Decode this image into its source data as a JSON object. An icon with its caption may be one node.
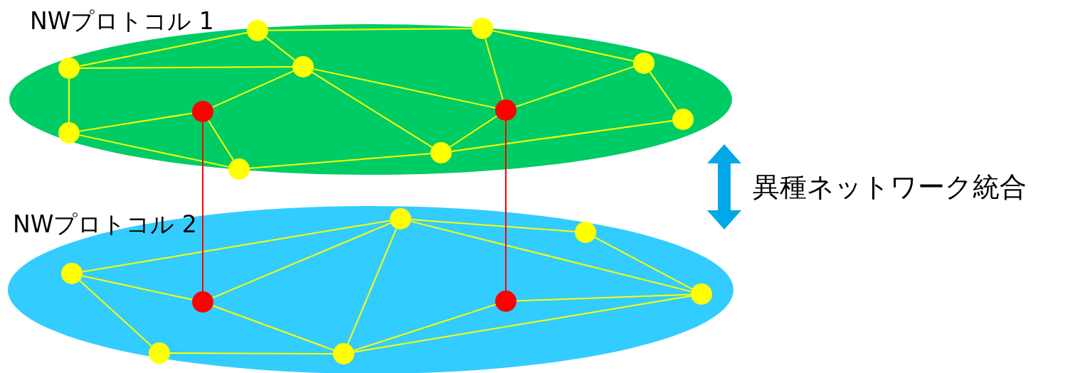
{
  "diagram": {
    "nodes": [
      {
        "text": [
          "NWプロトコル 1"
        ]
      },
      {
        "text": [],
        "shape": "circle",
        "in": 0
      },
      {
        "text": [],
        "shape": "circle",
        "in": 0
      },
      {
        "text": [],
        "shape": "circle",
        "in": 0
      },
      {
        "text": [],
        "shape": "circle",
        "in": 0
      },
      {
        "text": [],
        "shape": "circle",
        "in": 0
      },
      {
        "text": [],
        "shape": "circle",
        "in": 0
      },
      {
        "text": [],
        "shape": "circle",
        "in": 0
      },
      {
        "text": [],
        "shape": "circle",
        "in": 0
      },
      {
        "text": [],
        "shape": "circle",
        "in": 0
      },
      {
        "text": [],
        "shape": "circle",
        "in": 0
      },
      {
        "text": [],
        "shape": "circle",
        "in": 0
      },
      {
        "text": [
          "NWプロトコル 2"
        ]
      },
      {
        "text": [],
        "shape": "circle",
        "in": 12
      },
      {
        "text": [],
        "shape": "circle",
        "in": 12
      },
      {
        "text": [],
        "shape": "circle",
        "in": 12
      },
      {
        "text": [],
        "shape": "circle",
        "in": 12
      },
      {
        "text": [],
        "shape": "circle",
        "in": 12
      },
      {
        "text": [],
        "shape": "circle",
        "in": 12
      },
      {
        "text": [],
        "shape": "circle",
        "in": 12
      },
      {
        "text": [],
        "shape": "circle",
        "in": 12
      }
    ],
    "edges": [
      {
        "from": 1,
        "to": 5,
        "arrow": "none"
      },
      {
        "from": 1,
        "to": 6,
        "arrow": "none"
      },
      {
        "from": 1,
        "to": 2,
        "arrow": "none"
      },
      {
        "from": 5,
        "to": 8,
        "arrow": "none"
      },
      {
        "from": 5,
        "to": 6,
        "arrow": "none"
      },
      {
        "from": 8,
        "to": 9,
        "arrow": "none"
      },
      {
        "from": 8,
        "to": 10,
        "arrow": "none"
      },
      {
        "from": 6,
        "to": 3,
        "arrow": "none"
      },
      {
        "from": 6,
        "to": 9,
        "arrow": "none"
      },
      {
        "from": 6,
        "to": 7,
        "arrow": "none"
      },
      {
        "from": 10,
        "to": 9,
        "arrow": "none"
      },
      {
        "from": 10,
        "to": 11,
        "arrow": "none"
      },
      {
        "from": 2,
        "to": 3,
        "arrow": "none"
      },
      {
        "from": 2,
        "to": 4,
        "arrow": "none"
      },
      {
        "from": 3,
        "to": 4,
        "arrow": "none"
      },
      {
        "from": 4,
        "to": 7,
        "arrow": "none"
      },
      {
        "from": 7,
        "to": 9,
        "arrow": "none"
      },
      {
        "from": 7,
        "to": 11,
        "arrow": "none"
      },
      {
        "from": 13,
        "to": 17,
        "arrow": "none"
      },
      {
        "from": 13,
        "to": 15,
        "arrow": "none"
      },
      {
        "from": 13,
        "to": 14,
        "arrow": "none"
      },
      {
        "from": 17,
        "to": 19,
        "arrow": "none"
      },
      {
        "from": 17,
        "to": 15,
        "arrow": "none"
      },
      {
        "from": 17,
        "to": 16,
        "arrow": "none"
      },
      {
        "from": 17,
        "to": 20,
        "arrow": "none"
      },
      {
        "from": 19,
        "to": 20,
        "arrow": "none"
      },
      {
        "from": 15,
        "to": 16,
        "arrow": "none"
      },
      {
        "from": 14,
        "to": 16,
        "arrow": "none"
      },
      {
        "from": 16,
        "to": 18,
        "arrow": "none"
      },
      {
        "from": 16,
        "to": 20,
        "arrow": "none"
      },
      {
        "from": 18,
        "to": 20,
        "arrow": "none"
      },
      {
        "from": 3,
        "to": 15,
        "arrow": "none",
        "color": "#ff0000"
      },
      {
        "from": 9,
        "to": 18,
        "arrow": "none",
        "color": "#ff0000"
      }
    ],
    "labels": [
      "異種ネットワーク統合"
    ]
  }
}
